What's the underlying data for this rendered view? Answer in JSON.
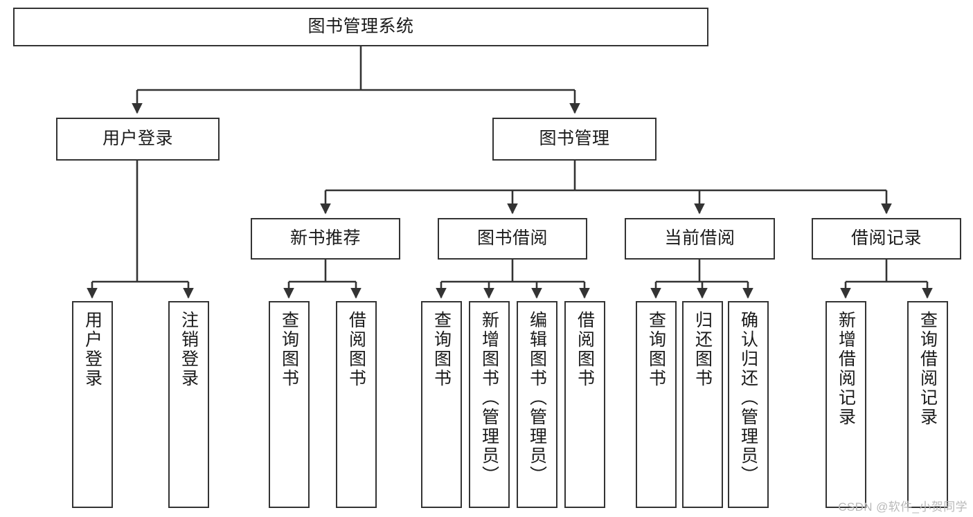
{
  "diagram": {
    "type": "hierarchy-tree",
    "title": "图书管理系统",
    "root": {
      "label": "图书管理系统"
    },
    "level2": [
      {
        "label": "用户登录"
      },
      {
        "label": "图书管理"
      }
    ],
    "level3": [
      {
        "label": "新书推荐"
      },
      {
        "label": "图书借阅"
      },
      {
        "label": "当前借阅"
      },
      {
        "label": "借阅记录"
      }
    ],
    "leaves": {
      "user_login": [
        {
          "label": "用户登录"
        },
        {
          "label": "注销登录"
        }
      ],
      "new_book_recommend": [
        {
          "label": "查询图书"
        },
        {
          "label": "借阅图书"
        }
      ],
      "book_borrow": [
        {
          "label": "查询图书"
        },
        {
          "label": "新增图书（管理员）"
        },
        {
          "label": "编辑图书（管理员）"
        },
        {
          "label": "借阅图书"
        }
      ],
      "current_borrow": [
        {
          "label": "查询图书"
        },
        {
          "label": "归还图书"
        },
        {
          "label": "确认归还（管理员）"
        }
      ],
      "borrow_record": [
        {
          "label": "新增借阅记录"
        },
        {
          "label": "查询借阅记录"
        }
      ]
    }
  },
  "watermark": {
    "text": "CSDN @软件_小贺同学"
  },
  "colors": {
    "stroke": "#333333",
    "background": "#ffffff",
    "text": "#1a1a1a",
    "watermark": "#b9b9b9"
  }
}
